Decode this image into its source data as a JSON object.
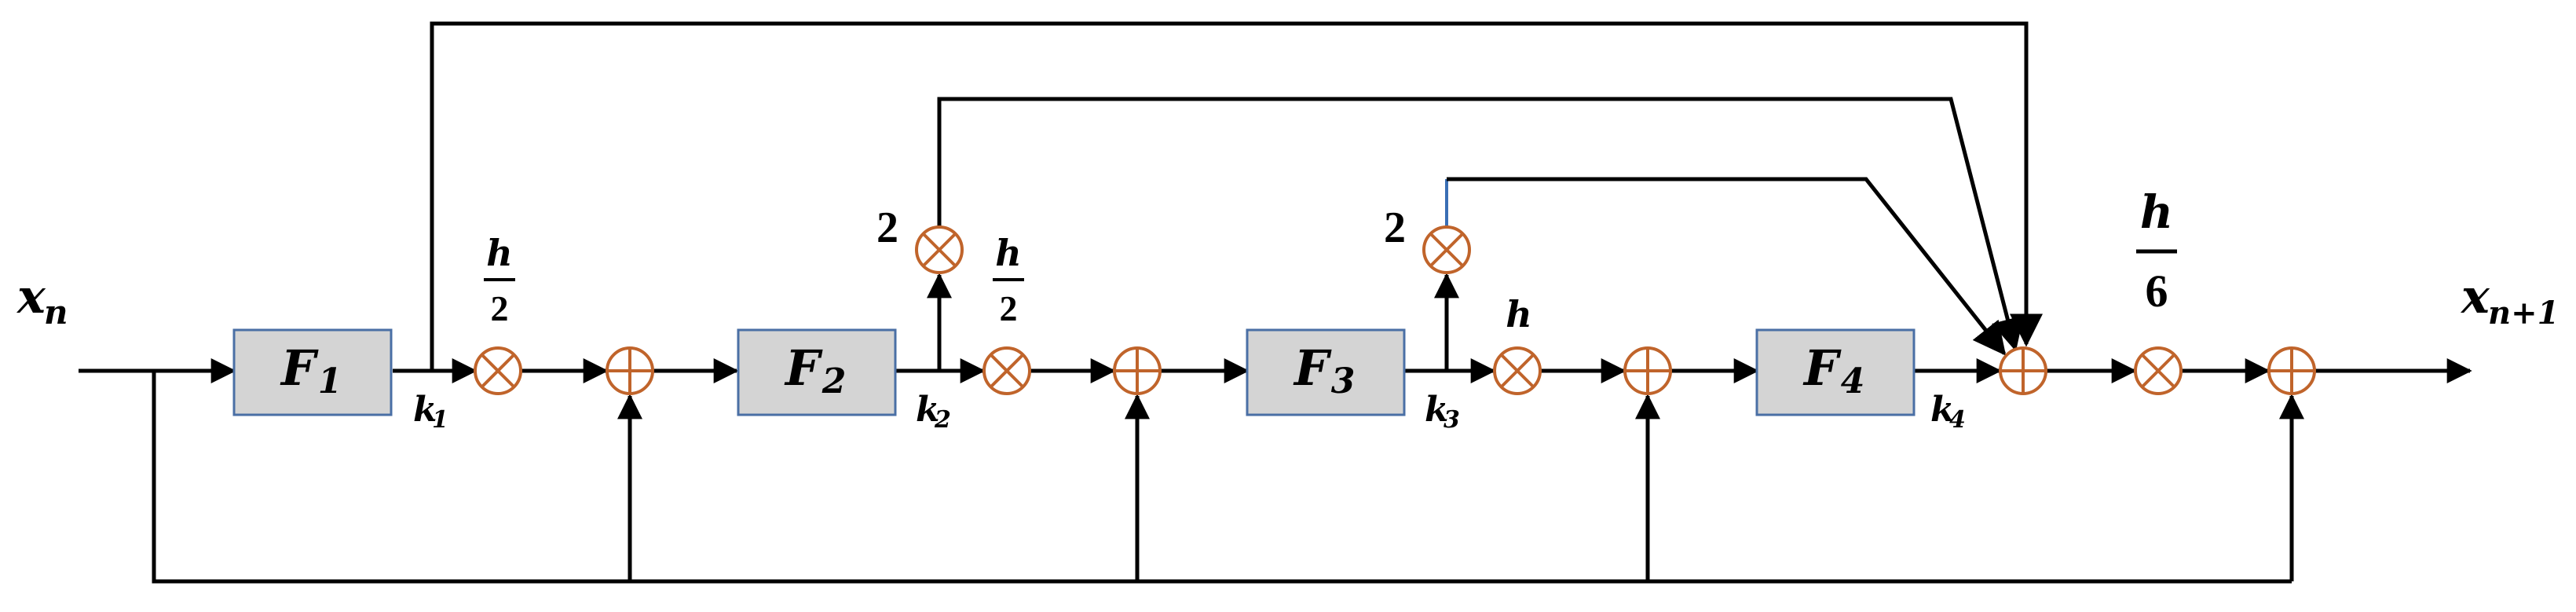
{
  "input_label": {
    "base": "x",
    "sub": "n"
  },
  "output_label": {
    "base": "x",
    "sub": "n+1"
  },
  "blocks": [
    {
      "base": "F",
      "sub": "1"
    },
    {
      "base": "F",
      "sub": "2"
    },
    {
      "base": "F",
      "sub": "3"
    },
    {
      "base": "F",
      "sub": "4"
    }
  ],
  "signals": [
    {
      "base": "k",
      "sub": "1"
    },
    {
      "base": "k",
      "sub": "2"
    },
    {
      "base": "k",
      "sub": "3"
    },
    {
      "base": "k",
      "sub": "4"
    }
  ],
  "gains": {
    "g1": {
      "num": "h",
      "den": "2"
    },
    "g2": {
      "num": "h",
      "den": "2"
    },
    "g3": {
      "value": "h"
    },
    "g4": {
      "num": "h",
      "den": "6"
    },
    "two_a": "2",
    "two_b": "2"
  },
  "colors": {
    "block_fill": "#d4d4d4",
    "block_stroke": "#4a6fa5",
    "operator": "#c0642b"
  }
}
